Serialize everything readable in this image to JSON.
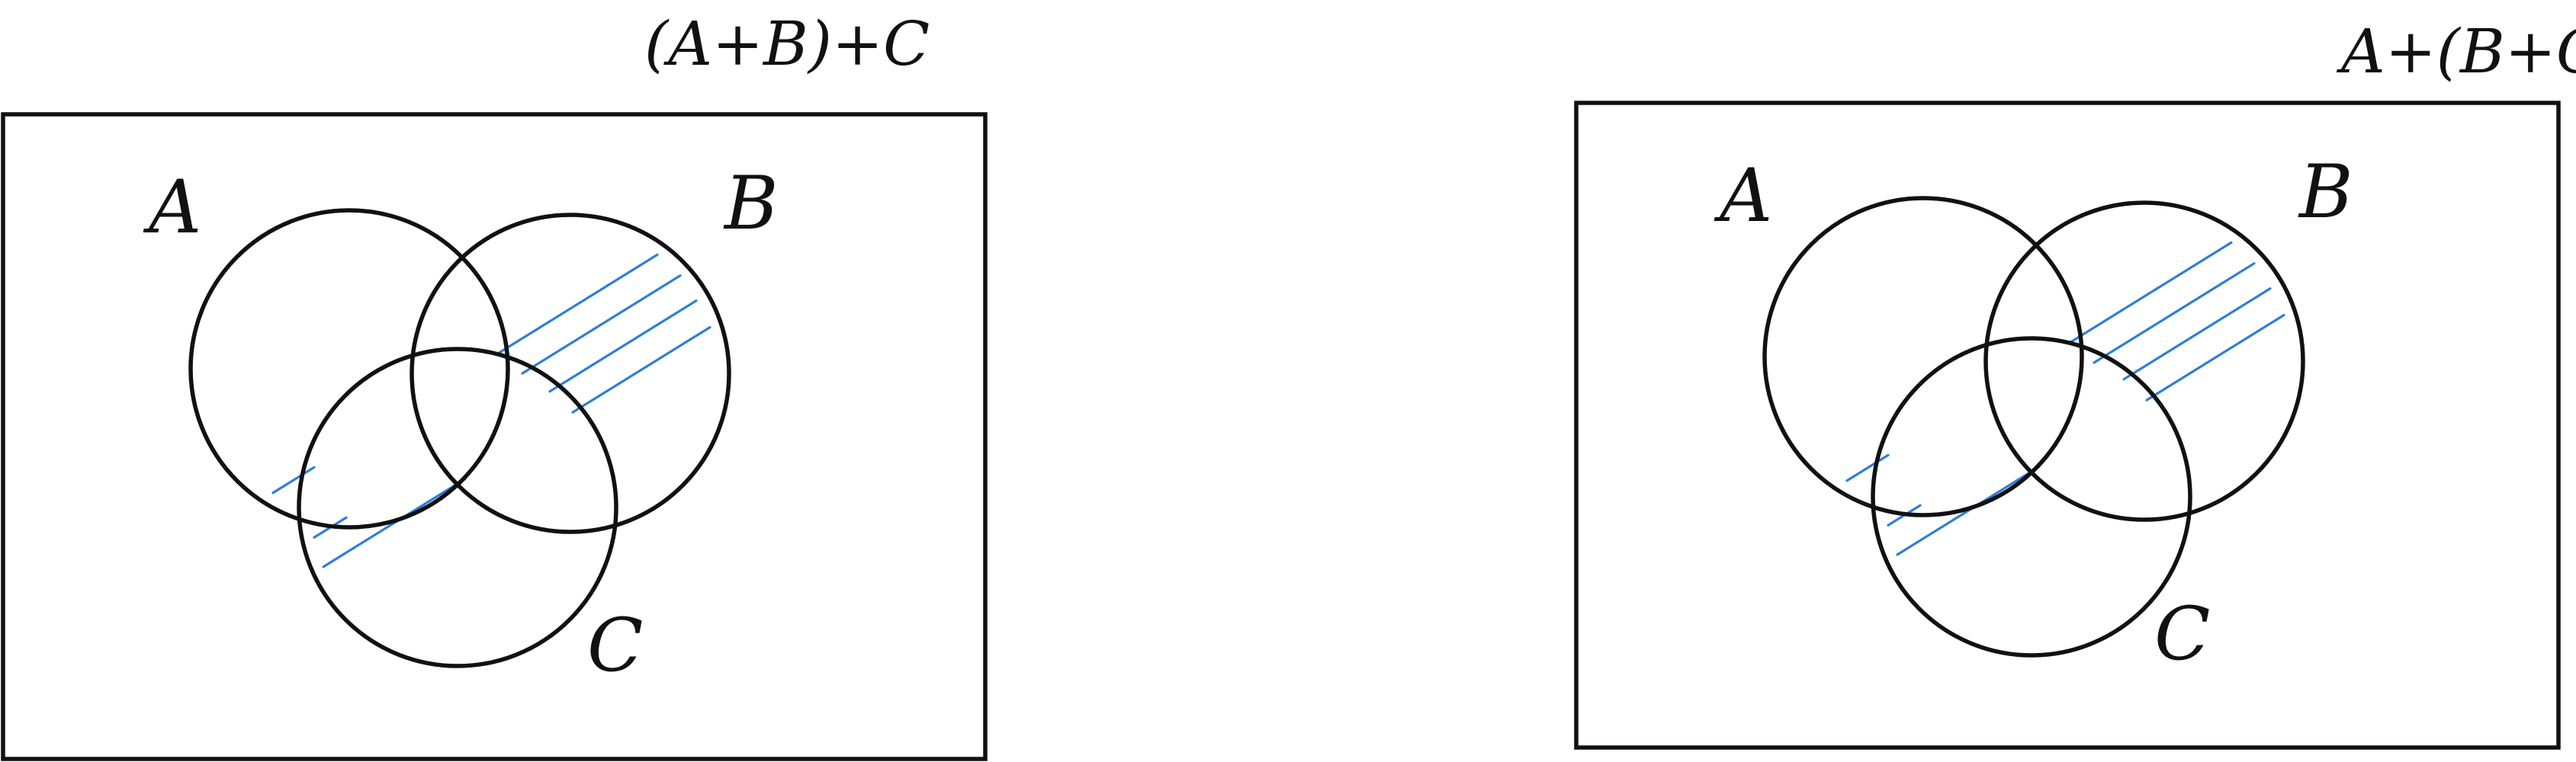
{
  "colors": {
    "outline": "#111111",
    "hatch": "#2f7fd6",
    "background": "#ffffff"
  },
  "diagrams": [
    {
      "expression": "(A+B)+C",
      "set_labels": {
        "a": "A",
        "b": "B",
        "c": "C"
      }
    },
    {
      "expression": "A+(B+C)",
      "set_labels": {
        "a": "A",
        "b": "B",
        "c": "C"
      }
    }
  ]
}
